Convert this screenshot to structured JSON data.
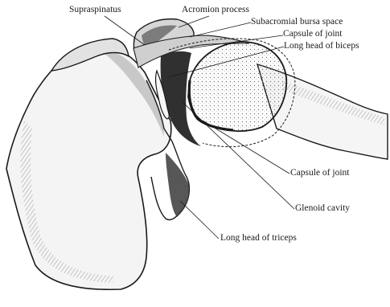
{
  "figure": {
    "labels": {
      "supraspinatus": "Supraspinatus",
      "acromion_process": "Acromion process",
      "subacromial_bursa_space": "Subacromial bursa space",
      "capsule_of_joint_upper": "Capsule of joint",
      "long_head_of_biceps": "Long head of biceps",
      "capsule_of_joint_lower": "Capsule of joint",
      "glenoid_cavity": "Glenoid cavity",
      "long_head_of_triceps": "Long head of triceps"
    },
    "colors": {
      "ink": "#1a1a1a",
      "bone_shade": "#bdbdbd",
      "dark_shade": "#3a3a3a",
      "background": "#ffffff"
    }
  }
}
